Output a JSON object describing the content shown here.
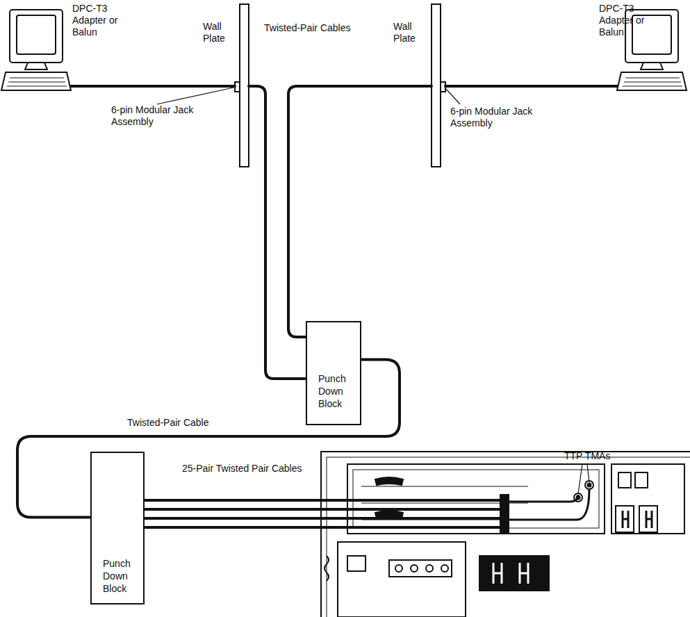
{
  "diagram": {
    "nodes": [
      {
        "text": [
          "Punch Down Block"
        ]
      },
      {
        "text": [
          "Punch Down Block"
        ]
      }
    ],
    "edges": [
      {
        "from": 0,
        "to": 1,
        "arrow": "none",
        "label": "Twisted-Pair Cable"
      }
    ],
    "labels": [
      "DPC-T3 Adapter or Balun",
      "Wall Plate",
      "6-pin Modular Jack Assembly",
      "Twisted-Pair Cables",
      "Wall Plate",
      "DPC-T3 Adapter or Balun",
      "6-pin Modular Jack Assembly",
      "25-Pair Twisted Pair Cables",
      "TTP TMAs"
    ]
  }
}
